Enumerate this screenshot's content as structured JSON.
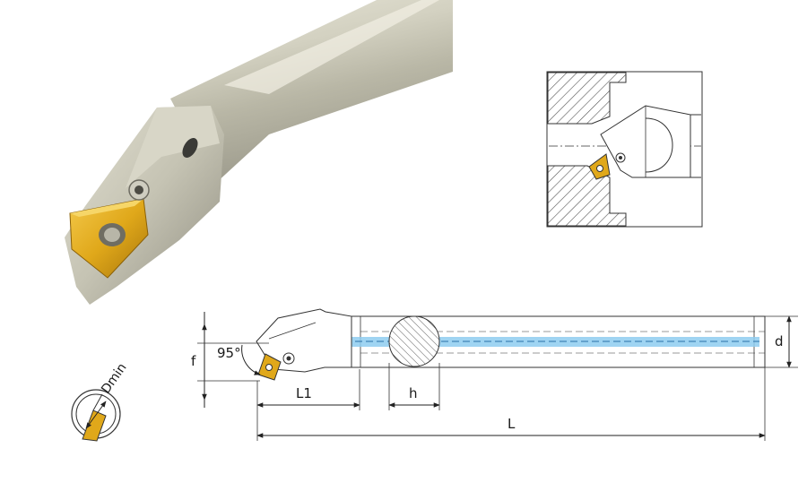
{
  "labels": {
    "angle": "95°",
    "f": "f",
    "d": "d",
    "l1": "L1",
    "h": "h",
    "l": "L",
    "dmin": "Dmin"
  },
  "colors": {
    "insert": "#e0a81a",
    "coolant": "#8ecdf0",
    "shank": "#cfcdbd",
    "hatch": "#555555"
  }
}
